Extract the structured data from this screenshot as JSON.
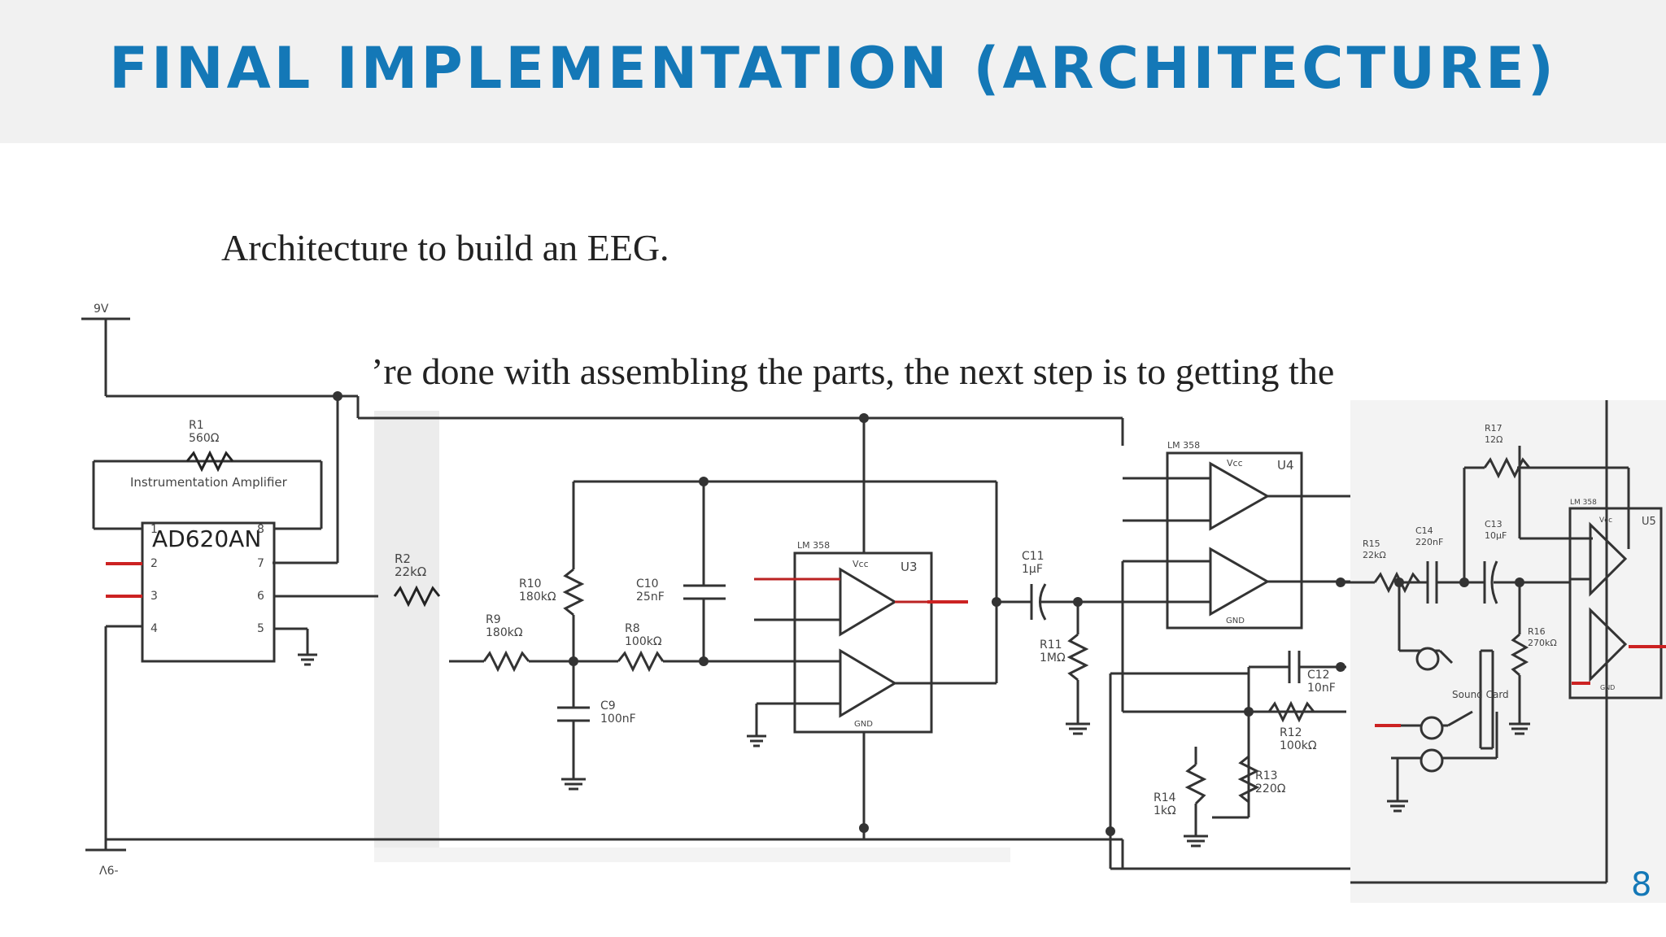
{
  "slide": {
    "title": "FINAL IMPLEMENTATION (ARCHITECTURE)",
    "body_line1": "Architecture to build an EEG.",
    "body_line2": "’re done with assembling the parts, the next step is to getting the",
    "page_number": "8",
    "accent_color": "#1478b7"
  },
  "schematic": {
    "supply_pos": "9V",
    "supply_neg": "Λ6-",
    "ic1_name": "AD620AN",
    "ic1_label": "Instrumentation Amplifier",
    "ic1_pins": [
      "1",
      "2",
      "3",
      "4",
      "8",
      "7",
      "6",
      "5"
    ],
    "opamp_type": "LM 358",
    "vcc": "Vcc",
    "gnd": "GND",
    "u3": "U3",
    "u4": "U4",
    "u5": "U5",
    "sound_card": "Sound Card",
    "components": {
      "r1": [
        "R1",
        "560Ω"
      ],
      "r2": [
        "R2",
        "22kΩ"
      ],
      "r9": [
        "R9",
        "180kΩ"
      ],
      "r10": [
        "R10",
        "180kΩ"
      ],
      "c10": [
        "C10",
        "25nF"
      ],
      "r8": [
        "R8",
        "100kΩ"
      ],
      "c9": [
        "C9",
        "100nF"
      ],
      "c11": [
        "C11",
        "1µF"
      ],
      "r11": [
        "R11",
        "1MΩ"
      ],
      "c12": [
        "C12",
        "10nF"
      ],
      "r12": [
        "R12",
        "100kΩ"
      ],
      "r13": [
        "R13",
        "220Ω"
      ],
      "r14": [
        "R14",
        "1kΩ"
      ],
      "r15": [
        "R15",
        "22kΩ"
      ],
      "c14": [
        "C14",
        "220nF"
      ],
      "c13": [
        "C13",
        "10µF"
      ],
      "r16": [
        "R16",
        "270kΩ"
      ],
      "r17": [
        "R17",
        "12Ω"
      ]
    }
  }
}
